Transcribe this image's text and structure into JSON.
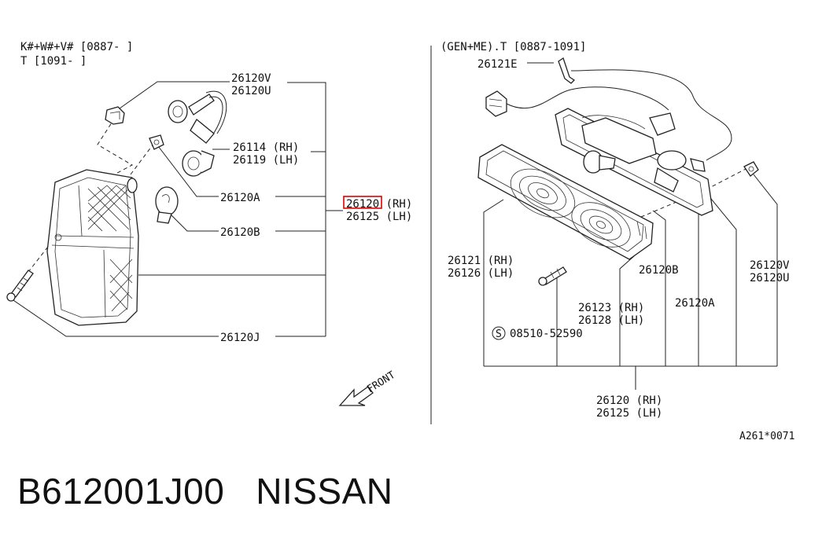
{
  "left_panel": {
    "header_line1": "K#+W#+V# [0887-     ]",
    "header_line2": "T [1091-     ]",
    "labels": {
      "p26120V": "26120V",
      "p26120U": "26120U",
      "p26114": "26114 (RH)",
      "p26119": "26119 (LH)",
      "p26120A": "26120A",
      "p26120_rh": "26120 (RH)",
      "p26125_lh": "26125 (LH)",
      "p26120B": "26120B",
      "p26120J": "26120J"
    }
  },
  "right_panel": {
    "header": "(GEN+ME).T [0887-1091]",
    "labels": {
      "p26121E": "26121E",
      "p26121_rh": "26121 (RH)",
      "p26126_lh": "26126 (LH)",
      "p26120B": "26120B",
      "p26120V": "26120V",
      "p26120U": "26120U",
      "p26123_rh": "26123 (RH)",
      "p26128_lh": "26128 (LH)",
      "p26120A": "26120A",
      "screw_symbol": "S",
      "screw": "08510-52590",
      "p26120_rh": "26120 (RH)",
      "p26125_lh": "26125 (LH)"
    }
  },
  "front_label": "FRONT",
  "diagram_ref": "A261*0071",
  "footer": {
    "part_number": "B612001J00",
    "brand": "NISSAN"
  },
  "colors": {
    "line": "#222222",
    "highlight": "#e00000"
  }
}
